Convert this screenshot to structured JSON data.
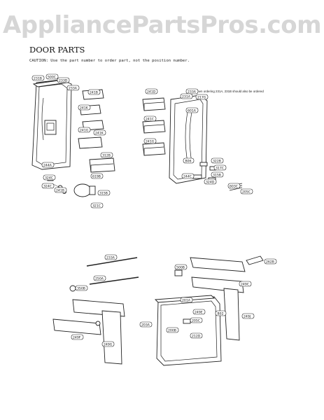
{
  "watermark": "AppliancePartsPros.com",
  "title": "DOOR PARTS",
  "caution": "CAUTION: Use the part number to order part, not the position number.",
  "note": "When ordering 231A, 231B should also be ordered",
  "labels": [
    "231B",
    "500C",
    "233D",
    "233A",
    "241B",
    "241K",
    "241G",
    "241K",
    "312B",
    "619B",
    "244A",
    "324C",
    "241B",
    "324C",
    "315B",
    "241D",
    "241C",
    "241G",
    "233A",
    "231A",
    "217G",
    "601A",
    "B06",
    "322B",
    "317C",
    "315B",
    "244C",
    "324D",
    "603C",
    "205C",
    "321C",
    "233A",
    "250A",
    "500B",
    "262B",
    "350B",
    "249C",
    "201A",
    "249E",
    "203A",
    "205C",
    "200B",
    "212D",
    "B02",
    "249J",
    "249F",
    "249G"
  ]
}
